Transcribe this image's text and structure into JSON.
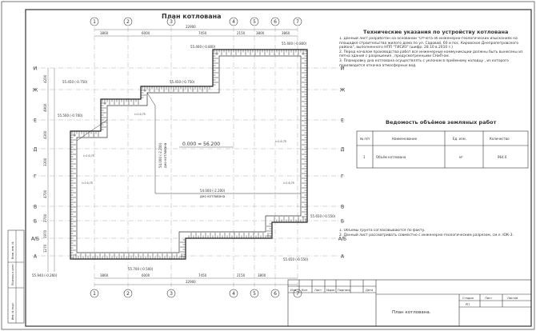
{
  "plan_title": "План котлована",
  "axes_top": [
    "1",
    "2",
    "3",
    "4",
    "5",
    "6",
    "7"
  ],
  "axes_left": [
    "И",
    "Ж",
    "Е",
    "Д",
    "Г",
    "В",
    "Б",
    "А/Б",
    "А"
  ],
  "dims_top_overall": "22900",
  "dims_top_chain": [
    "3860",
    "6000",
    "7450",
    "2150",
    "3800",
    "3860"
  ],
  "dims_bottom_overall": "22900",
  "dims_bottom_chain": [
    "3860",
    "6000",
    "7450",
    "2150",
    "3800"
  ],
  "dims_left_chain": [
    "4200",
    "4900",
    "4300",
    "3300",
    "4700",
    "2700",
    "1970",
    "1270"
  ],
  "elevations": {
    "top_right": "55.400 (-0.800)",
    "top_mid": "55.400 (-0.800)",
    "upper_left": "55.450 (-0.750)",
    "upper_mid": "55.450 (-0.750)",
    "left_step": "55.500 (-0.700)",
    "right_low": "55.650 (-0.550)",
    "bottom_mid": "55.650 (-0.550)",
    "bottom_left": "55.940 (-0.260)",
    "bottom_left2": "55.700 (-0.500)",
    "pit_bottom_vertical": "54.000 (-2.200)",
    "pit_bottom_vertical_note": "дно котлована",
    "pit_bottom_horizontal": "54.000 (-2.200)",
    "pit_bottom_horizontal_note": "дно котлована",
    "zero_mark": "0.000 = 56.200",
    "slope_1": "i=1:0,75",
    "slope_2": "i=1:0,75",
    "slope_3": "i=1:0,75",
    "slope_4": "i=1:0,75",
    "slope_5": "i=1:0,75"
  },
  "tech_notes": {
    "title": "Технические указания по устройству котлована",
    "items": [
      "1. Данный лист разработан на основании \"Отчёта об инженерно-геологических изысканиях на площадке строительства жилого дома по ул. Садовой, 60 и пос. Кировское Днепропетровского района\", выполненного НПП \"ГИСИЗ\" (шифр: 28.10 в 2010 г.)",
      "2. Перед началом производства работ все инженерные коммуникации должны быть вынесены из пятна здания с разрешения , предусмотренными СНиП-ом.",
      "3. Планировку дна котлована осуществлять с уклоном в приёмному колодцу , из которого производится откачка атмосферных вод."
    ]
  },
  "volume_table": {
    "title": "Ведомость объёмов земляных работ",
    "headers": [
      "№ п/п",
      "Наименование",
      "Ед. изм.",
      "Количество"
    ],
    "rows": [
      [
        "1",
        "Объём котлована",
        "м³",
        "964.0"
      ]
    ]
  },
  "bottom_notes": [
    "1. Объёмы грунта согласовываются по факту.",
    "2. Данный лист рассматривать совместно с инженерно-геологическим разрезом, см.л. ЮК-3."
  ],
  "stamp": {
    "cols": [
      "Изм.",
      "Кол.",
      "Лист",
      "№док",
      "Подпись",
      "Дата"
    ],
    "stage_headers": [
      "Стадия",
      "Лист",
      "Листов"
    ],
    "stage_value": "РП",
    "sheet_name": "План котлована."
  },
  "left_strip": [
    "Взам. инв. №",
    "Подпись и дата",
    "Инв. № подл."
  ]
}
